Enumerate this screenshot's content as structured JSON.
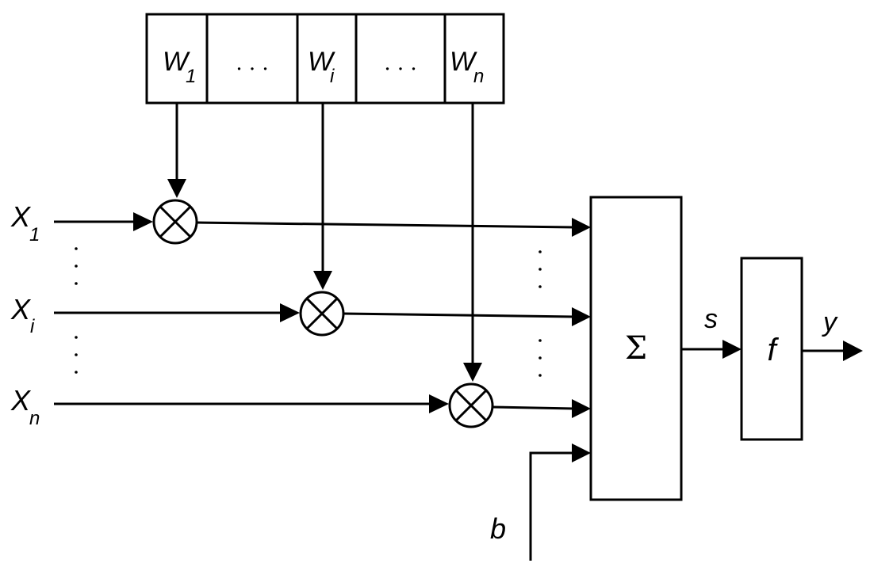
{
  "weights": {
    "cells": [
      {
        "main": "W",
        "sub": "1"
      },
      {
        "dots": ". . ."
      },
      {
        "main": "W",
        "sub": "i"
      },
      {
        "dots": ". . ."
      },
      {
        "main": "W",
        "sub": "n"
      }
    ]
  },
  "inputs": [
    {
      "main": "X",
      "sub": "1"
    },
    {
      "main": "X",
      "sub": "i"
    },
    {
      "main": "X",
      "sub": "n"
    }
  ],
  "bias": "b",
  "summation_symbol": "Σ",
  "sum_output": "s",
  "activation": "f",
  "output": "y"
}
